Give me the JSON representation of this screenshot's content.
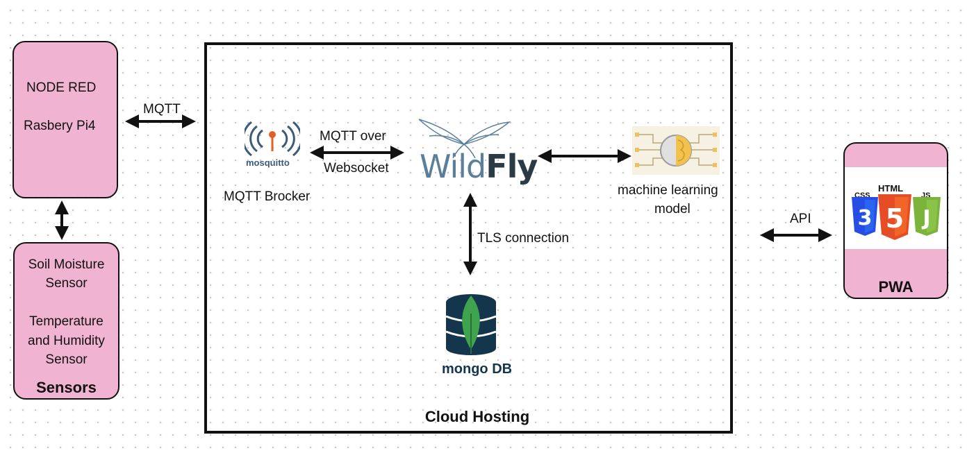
{
  "node_red_box": {
    "line1": "NODE RED",
    "line2": "Rasbery Pi4"
  },
  "sensors_box": {
    "line1": "Soil Moisture",
    "line2": "Sensor",
    "line3": "Temperature",
    "line4": "and Humidity",
    "line5": "Sensor",
    "title": "Sensors"
  },
  "links": {
    "mqtt": "MQTT",
    "mqtt_over": "MQTT over",
    "websocket": "Websocket",
    "tls": "TLS connection",
    "api": "API"
  },
  "cloud": {
    "title": "Cloud Hosting",
    "mqtt_broker_label": "MQTT Brocker",
    "mosquitto_logo_text": "mosquitto",
    "wildfly_logo_wild": "Wild",
    "wildfly_logo_fly": "Fly",
    "ml_label_line1": "machine learning",
    "ml_label_line2": "model",
    "mongodb_logo_text": "mongo DB"
  },
  "pwa": {
    "title": "PWA",
    "css_label": "CSS",
    "html_label": "HTML",
    "js_label": "JS"
  },
  "colors": {
    "pink": "#f1b3d2",
    "mongo_navy": "#13364d",
    "mongo_green": "#3fa34d",
    "wildfly_blue": "#5a7f9a",
    "wildfly_dark": "#2a3b46",
    "html5_orange": "#e44d26",
    "css3_blue": "#264de4",
    "js_green": "#7cb33a"
  }
}
